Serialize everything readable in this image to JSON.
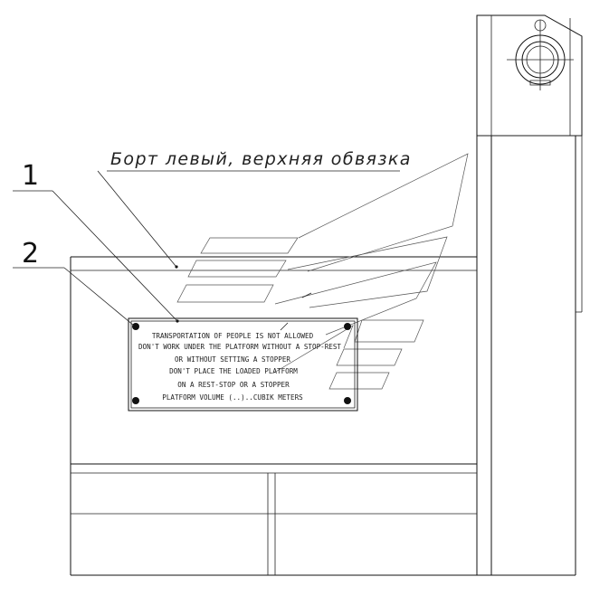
{
  "callouts": [
    {
      "number": "1"
    },
    {
      "number": "2"
    }
  ],
  "caption": "Борт левый, верхняя обвязка",
  "plate": {
    "lines": [
      "TRANSPORTATION OF PEOPLE IS NOT ALLOWED",
      "DON'T WORK UNDER THE PLATFORM WITHOUT A STOP-REST",
      "OR WITHOUT SETTING A STOPPER",
      "DON'T PLACE THE LOADED PLATFORM",
      "ON A REST-STOP OR A STOPPER",
      "PLATFORM VOLUME (..)..CUBIK METERS"
    ]
  }
}
